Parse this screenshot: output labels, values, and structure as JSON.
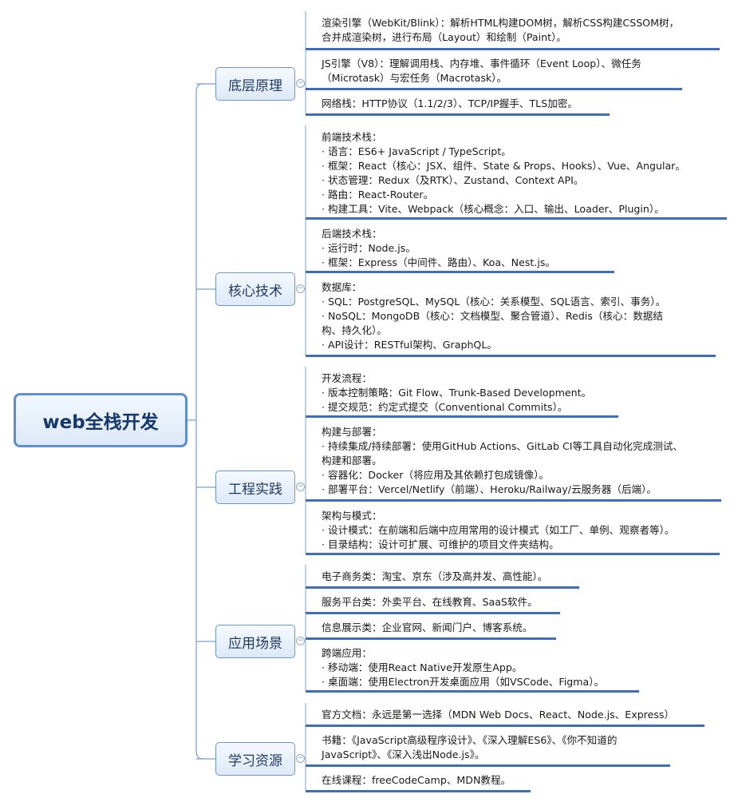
{
  "root": {
    "label": "web全栈开发"
  },
  "branches": [
    {
      "label": "底层原理",
      "leaves": [
        {
          "lines": [
            "渲染引擎（WebKit/Blink）：解析HTML构建DOM树，解析CSS构建CSSOM树，",
            "合并成渲染树，进行布局（Layout）和绘制（Paint）。"
          ]
        },
        {
          "lines": [
            "JS引擎（V8）：理解调用栈、内存堆、事件循环（Event Loop）、微任务",
            "（Microtask）与宏任务（Macrotask）。"
          ]
        },
        {
          "lines": [
            "网络栈：HTTP协议（1.1/2/3）、TCP/IP握手、TLS加密。"
          ]
        }
      ]
    },
    {
      "label": "核心技术",
      "leaves": [
        {
          "lines": [
            "前端技术栈：",
            "· 语言：ES6+ JavaScript / TypeScript。",
            "· 框架：React（核心：JSX、组件、State & Props、Hooks）、Vue、Angular。",
            "· 状态管理：Redux（及RTK）、Zustand、Context API。",
            "· 路由：React-Router。",
            "· 构建工具：Vite、Webpack（核心概念：入口、输出、Loader、Plugin）。"
          ]
        },
        {
          "lines": [
            "后端技术栈：",
            "· 运行时：Node.js。",
            "· 框架：Express（中间件、路由）、Koa、Nest.js。"
          ]
        },
        {
          "lines": [
            "数据库：",
            "  · SQL：PostgreSQL、MySQL（核心：关系模型、SQL语言、索引、事务）。",
            "  · NoSQL：MongoDB（核心：文档模型、聚合管道）、Redis（核心：数据结",
            "构、持久化）。",
            "· API设计：RESTful架构、GraphQL。"
          ]
        }
      ]
    },
    {
      "label": "工程实践",
      "leaves": [
        {
          "lines": [
            "开发流程：",
            "· 版本控制策略：Git Flow、Trunk-Based Development。",
            "· 提交规范：约定式提交（Conventional Commits）。"
          ]
        },
        {
          "lines": [
            "构建与部署：",
            "· 持续集成/持续部署：使用GitHub Actions、GitLab CI等工具自动化完成测试、",
            "构建和部署。",
            "· 容器化：Docker（将应用及其依赖打包成镜像）。",
            "· 部署平台：Vercel/Netlify（前端）、Heroku/Railway/云服务器（后端）。"
          ]
        },
        {
          "lines": [
            "架构与模式：",
            "· 设计模式：在前端和后端中应用常用的设计模式（如工厂、单例、观察者等）。",
            "· 目录结构：设计可扩展、可维护的项目文件夹结构。"
          ]
        }
      ]
    },
    {
      "label": "应用场景",
      "leaves": [
        {
          "lines": [
            "电子商务类：淘宝、京东（涉及高并发、高性能）。"
          ]
        },
        {
          "lines": [
            "服务平台类：外卖平台、在线教育、SaaS软件。"
          ]
        },
        {
          "lines": [
            "信息展示类：企业官网、新闻门户、博客系统。"
          ]
        },
        {
          "lines": [
            "跨端应用：",
            "· 移动端：使用React Native开发原生App。",
            "· 桌面端：使用Electron开发桌面应用（如VSCode、Figma）。"
          ]
        }
      ]
    },
    {
      "label": "学习资源",
      "leaves": [
        {
          "lines": [
            "官方文档：永远是第一选择（MDN Web Docs、React、Node.js、Express）"
          ]
        },
        {
          "lines": [
            "书籍：《JavaScript高级程序设计》、《深入理解ES6》、《你不知道的",
            "JavaScript》、《深入浅出Node.js》。"
          ]
        },
        {
          "lines": [
            "在线课程：freeCodeCamp、MDN教程。"
          ]
        }
      ]
    }
  ]
}
